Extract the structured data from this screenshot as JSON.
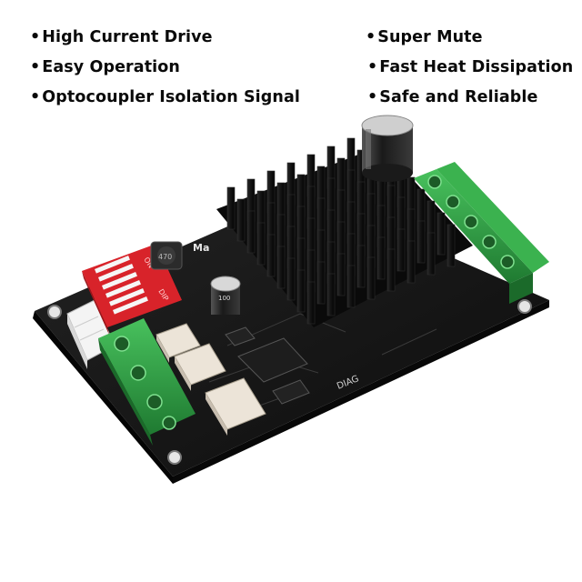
{
  "features": {
    "left": [
      "High Current Drive",
      "Easy Operation",
      "Optocoupler Isolation Signal"
    ],
    "right": [
      "Super Mute",
      "Fast Heat Dissipation",
      "Safe and Reliable"
    ],
    "bullet": "•"
  },
  "board": {
    "silkscreen_diag": "DIAG",
    "silkscreen_dip": "DIP",
    "silkscreen_on": "ON",
    "inductor_label": "470",
    "cap_label": "100",
    "brand_partial": "Ma"
  },
  "colors": {
    "pcb": "#151515",
    "heatsink": "#0d0d0d",
    "terminal": "#2fa043",
    "dip_switch": "#d8232a",
    "white_connector": "#f2f2f2",
    "optocoupler": "#e8e0d4"
  }
}
